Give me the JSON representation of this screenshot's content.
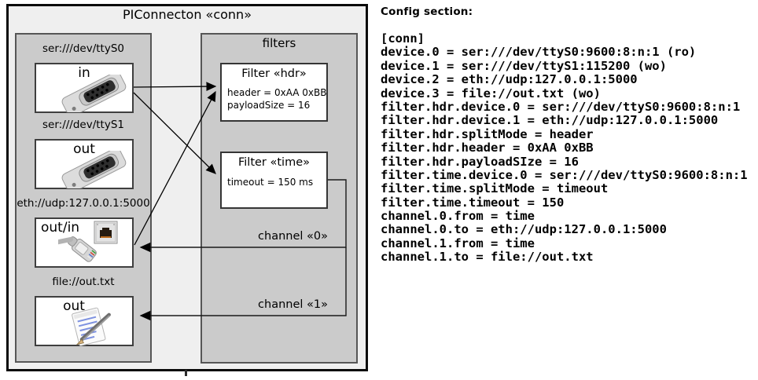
{
  "diagram": {
    "title": "PIConnecton «conn»",
    "filters_group_title": "filters",
    "devices": [
      {
        "label": "ser:///dev/ttyS0",
        "direction": "in",
        "icon": "serial-connector-icon"
      },
      {
        "label": "ser:///dev/ttyS1",
        "direction": "out",
        "icon": "serial-connector-icon"
      },
      {
        "label": "eth://udp:127.0.0.1:5000",
        "direction": "out/in",
        "icon": "ethernet-connector-icon"
      },
      {
        "label": "file://out.txt",
        "direction": "out",
        "icon": "notepad-icon"
      }
    ],
    "filters": [
      {
        "title": "Filter «hdr»",
        "attributes": [
          "header = 0xAA 0xBB",
          "payloadSize = 16"
        ]
      },
      {
        "title": "Filter «time»",
        "attributes": [
          "timeout = 150 ms"
        ]
      }
    ],
    "channels": [
      {
        "label": "channel «0»"
      },
      {
        "label": "channel «1»"
      }
    ],
    "connections": [
      {
        "from": "in",
        "to": "Filter «hdr»"
      },
      {
        "from": "in",
        "to": "Filter «time»"
      },
      {
        "from": "out/in",
        "to": "Filter «hdr»"
      },
      {
        "from": "Filter «time»",
        "to": "out/in",
        "via": "channel «0»"
      },
      {
        "from": "Filter «time»",
        "to": "out",
        "via": "channel «1»"
      }
    ]
  },
  "config": {
    "title": "Config section:",
    "lines": [
      "[conn]",
      "device.0 = ser:///dev/ttyS0:9600:8:n:1 (ro)",
      "device.1 = ser:///dev/ttyS1:115200 (wo)",
      "device.2 = eth://udp:127.0.0.1:5000",
      "device.3 = file://out.txt (wo)",
      "filter.hdr.device.0 = ser:///dev/ttyS0:9600:8:n:1",
      "filter.hdr.device.1 = eth://udp:127.0.0.1:5000",
      "filter.hdr.splitMode = header",
      "filter.hdr.header = 0xAA 0xBB",
      "filter.hdr.payloadSIze = 16",
      "filter.time.device.0 = ser:///dev/ttyS0:9600:8:n:1",
      "filter.time.splitMode = timeout",
      "filter.time.timeout = 150",
      "channel.0.from = time",
      "channel.0.to = eth://udp:127.0.0.1:5000",
      "channel.1.from = time",
      "channel.1.to = file://out.txt"
    ]
  },
  "colors": {
    "outer_fill": "#efefef",
    "container_fill": "#cbcbcb",
    "box_fill": "#ffffff",
    "border_dark": "#3f3f3f",
    "outline": "#0a0a0a",
    "text": "#000000"
  }
}
